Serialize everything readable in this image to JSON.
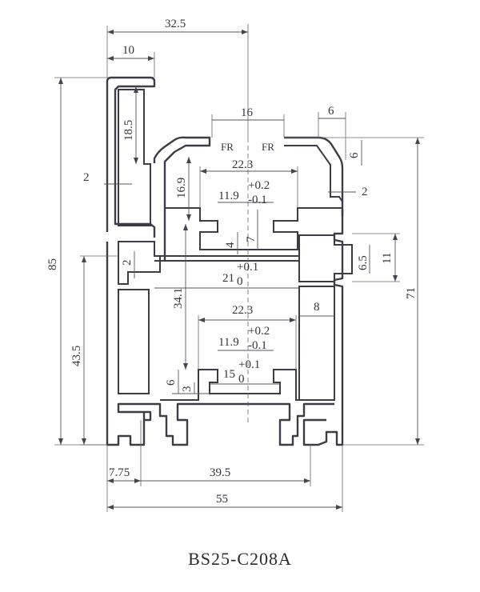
{
  "part_code": "BS25-C208A",
  "dimensions": {
    "top_width": "32.5",
    "flange_width": "10",
    "left_slot_height": "18.5",
    "wall_2_left": "2",
    "total_height": "85",
    "opening_16": "16",
    "lip_6_top": "6",
    "lip_6_side": "6",
    "wall_2_right": "2",
    "inner_height": "16.9",
    "upper_width": "22.3",
    "upper_tol_width": "11.9",
    "tol_plus": "+0.2",
    "tol_minus": "-0.1",
    "dim_7": "7",
    "dim_4": "4",
    "right_slot_inner": "6.5",
    "right_slot_outer": "11",
    "right_height": "71",
    "dim_21": "21",
    "tol_21_plus": "+0.1",
    "tol_21_zero": "0",
    "left_wall_2": "2",
    "height_34_1": "34.1",
    "lower_width": "22.3",
    "dim_8": "8",
    "lower_tol_width": "11.9",
    "lower_tol_plus": "+0.2",
    "lower_tol_minus": "-0.1",
    "lower_height": "43.5",
    "dim_15": "15",
    "tol_15_plus": "+0.1",
    "tol_15_zero": "0",
    "dim_6_bottom": "6",
    "dim_3": "3",
    "bottom_7_75": "7.75",
    "bottom_39_5": "39.5",
    "total_width": "55"
  },
  "annotations": {
    "fr_left": "FR",
    "fr_right": "FR"
  }
}
